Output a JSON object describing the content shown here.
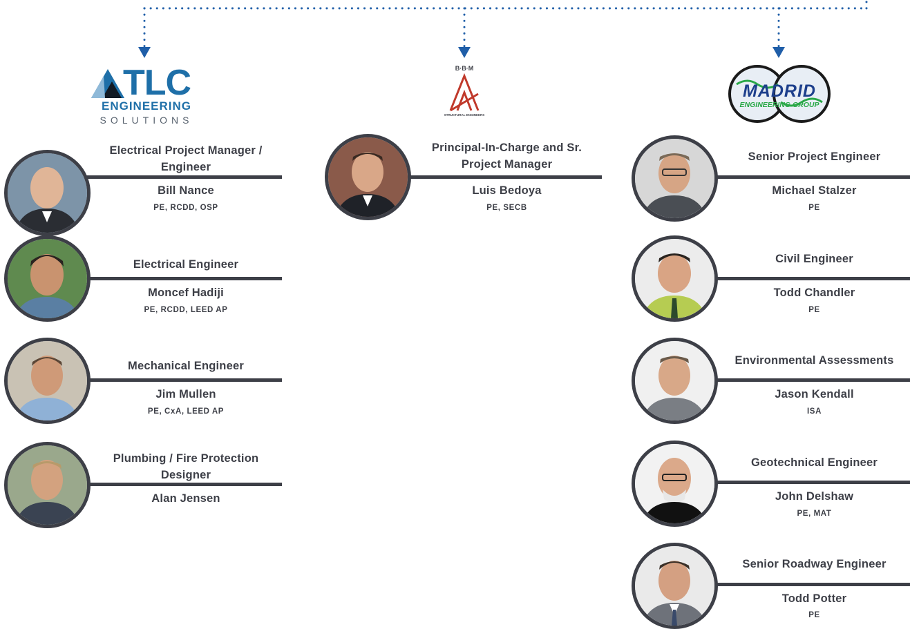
{
  "logos": {
    "tlc": {
      "main": "TLC",
      "line2": "ENGINEERING",
      "line3": "SOLUTIONS"
    },
    "bbm": {
      "top": "B·B·M",
      "bottom": "STRUCTURAL ENGINEERS"
    },
    "madrid": {
      "main": "MADRID",
      "sub": "ENGINEERING GROUP"
    }
  },
  "colors": {
    "connector": "#1f5ea8",
    "line": "#3d3f47",
    "text": "#3d3f47",
    "tlc_blue": "#1e6fa8",
    "bbm_red": "#c0392b",
    "madrid_green": "#29a847",
    "madrid_blue": "#1d3f8c"
  },
  "team": {
    "tlc": [
      {
        "role": "Electrical Project Manager / Engineer",
        "name": "Bill Nance",
        "cred": "PE, RCDD, OSP"
      },
      {
        "role": "Electrical Engineer",
        "name": "Moncef Hadiji",
        "cred": "PE, RCDD, LEED AP"
      },
      {
        "role": "Mechanical Engineer",
        "name": "Jim Mullen",
        "cred": "PE, CxA, LEED AP"
      },
      {
        "role": "Plumbing / Fire Protection Designer",
        "name": "Alan Jensen",
        "cred": ""
      }
    ],
    "bbm": [
      {
        "role": "Principal-In-Charge and Sr. Project Manager",
        "name": "Luis Bedoya",
        "cred": "PE, SECB"
      }
    ],
    "madrid": [
      {
        "role": "Senior Project Engineer",
        "name": "Michael Stalzer",
        "cred": "PE"
      },
      {
        "role": "Civil Engineer",
        "name": "Todd Chandler",
        "cred": "PE"
      },
      {
        "role": "Environmental Assessments",
        "name": "Jason Kendall",
        "cred": "ISA"
      },
      {
        "role": "Geotechnical Engineer",
        "name": "John Delshaw",
        "cred": "PE, MAT"
      },
      {
        "role": "Senior Roadway Engineer",
        "name": "Todd Potter",
        "cred": "PE"
      }
    ]
  }
}
